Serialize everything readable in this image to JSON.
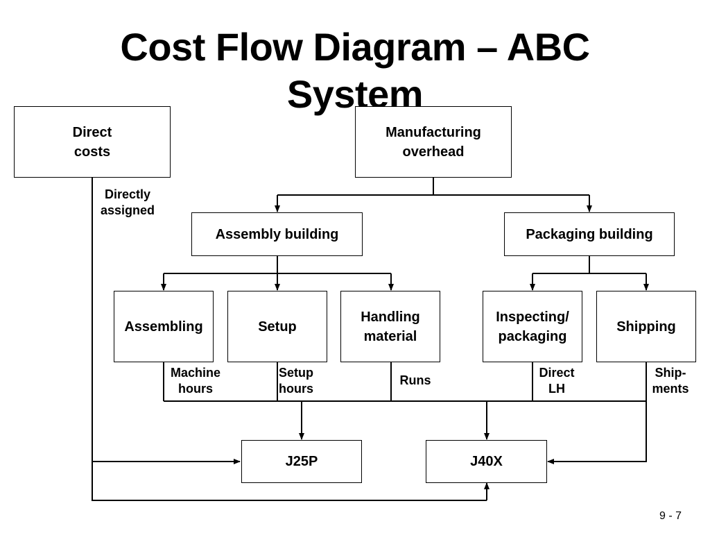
{
  "title": {
    "line1": "Cost Flow Diagram – ABC",
    "line2": "System"
  },
  "boxes": {
    "direct_costs": "Direct\ncosts",
    "manufacturing_overhead": "Manufacturing\noverhead",
    "assembly_building": "Assembly building",
    "packaging_building": "Packaging building",
    "assembling": "Assembling",
    "setup": "Setup",
    "handling_material": "Handling\nmaterial",
    "inspecting_packaging": "Inspecting/\npackaging",
    "shipping": "Shipping",
    "j25p": "J25P",
    "j40x": "J40X"
  },
  "labels": {
    "directly_assigned": "Directly\nassigned",
    "machine_hours": "Machine\nhours",
    "setup_hours": "Setup\nhours",
    "runs": "Runs",
    "direct_lh": "Direct\nLH",
    "shipments": "Ship-\nments"
  },
  "slide_number": "9 - 7"
}
